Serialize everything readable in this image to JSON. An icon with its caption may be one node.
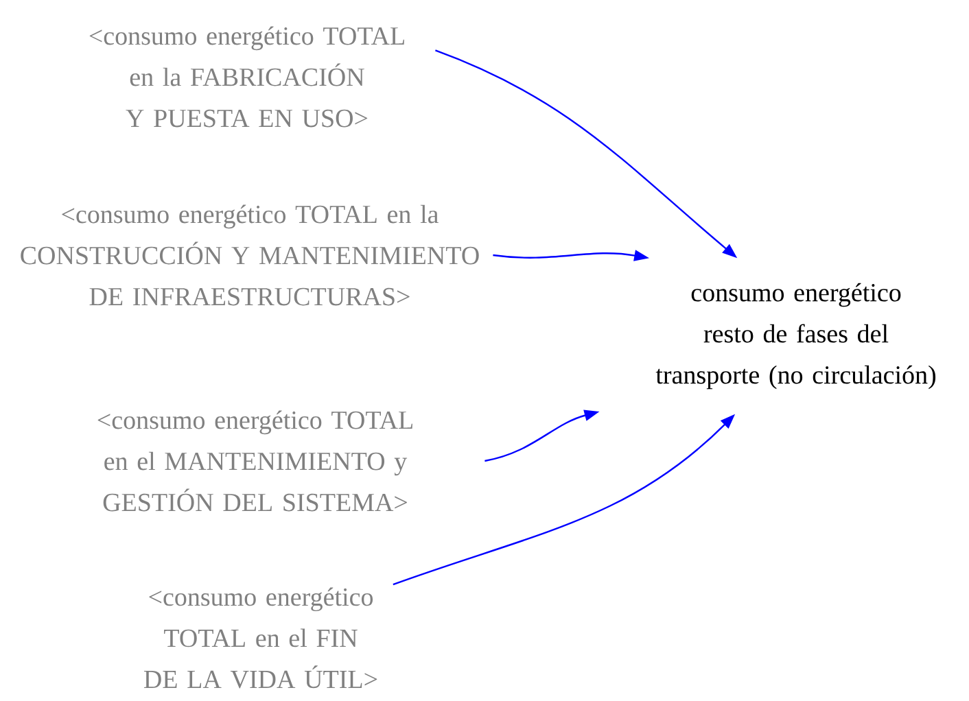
{
  "diagram": {
    "nodes": [
      {
        "text": [
          "<consumo energético TOTAL en la FABRICACIÓN Y PUESTA EN USO>"
        ]
      },
      {
        "text": [
          "<consumo energético TOTAL en la CONSTRUCCIÓN Y MANTENIMIENTO DE INFRAESTRUCTURAS>"
        ]
      },
      {
        "text": [
          "<consumo energético TOTAL en el MANTENIMIENTO y GESTIÓN DEL SISTEMA>"
        ]
      },
      {
        "text": [
          "<consumo energético TOTAL en el FIN DE LA VIDA ÚTIL>"
        ]
      },
      {
        "text": [
          "consumo energético resto de fases del transporte (no circulación)"
        ]
      }
    ],
    "edges": [
      {
        "from": 0,
        "to": 4,
        "arrow": "to"
      },
      {
        "from": 1,
        "to": 4,
        "arrow": "to"
      },
      {
        "from": 2,
        "to": 4,
        "arrow": "to"
      },
      {
        "from": 3,
        "to": 4,
        "arrow": "to"
      }
    ]
  }
}
